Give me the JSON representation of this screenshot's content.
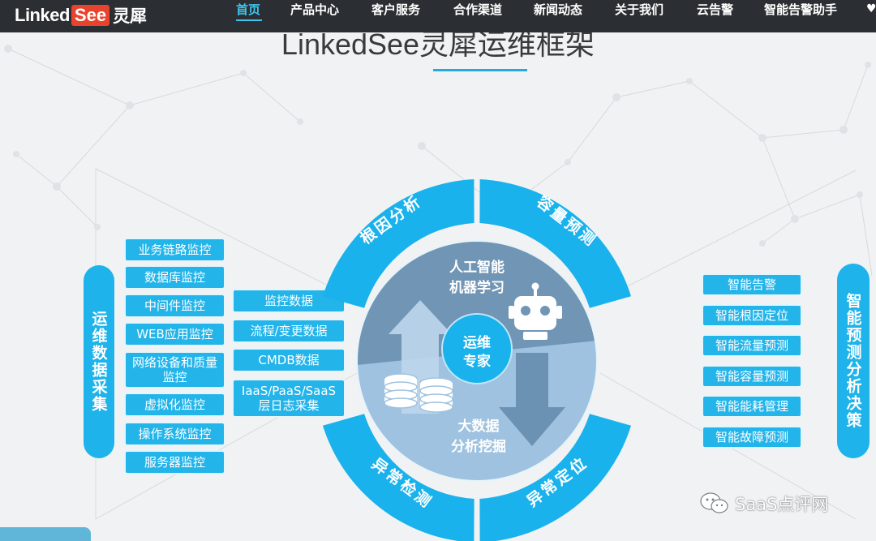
{
  "nav": {
    "logo": {
      "part1": "Linked",
      "part2": "See",
      "part3": "灵犀"
    },
    "items": [
      "首页",
      "产品中心",
      "客户服务",
      "合作渠道",
      "新闻动态",
      "关于我们",
      "云告警",
      "智能告警助手"
    ],
    "active_index": 0
  },
  "page": {
    "title": "LinkedSee灵犀运维框架"
  },
  "left_bar": {
    "label": "运维数据采集"
  },
  "right_bar": {
    "label": "智能预测分析决策"
  },
  "left_col1": [
    "业务链路监控",
    "数据库监控",
    "中间件监控",
    "WEB应用监控",
    "网络设备和质量监控",
    "虚拟化监控",
    "操作系统监控",
    "服务器监控"
  ],
  "left_col2": [
    "监控数据",
    "流程/变更数据",
    "CMDB数据",
    "IaaS/PaaS/SaaS层日志采集"
  ],
  "right_col": [
    "智能告警",
    "智能根因定位",
    "智能流量预测",
    "智能容量预测",
    "智能能耗管理",
    "智能故障预测"
  ],
  "ring": {
    "top_left": "根因分析",
    "top_right": "容量预测",
    "bottom_left": "异常检测",
    "bottom_right": "异常定位"
  },
  "core": {
    "ai_line1": "人工智能",
    "ai_line2": "机器学习",
    "center_line1": "运维",
    "center_line2": "专家",
    "data_line1": "大数据",
    "data_line2": "分析挖掘"
  },
  "icons": [
    "robot-icon",
    "database-icon",
    "arrow-up-icon",
    "arrow-down-icon",
    "wechat-icon"
  ],
  "colors": {
    "accent": "#23b4ea",
    "nav_bg": "#2b2f33",
    "ring": "#1ab2ec",
    "core_dark": "#7195b4",
    "core_light": "#9ec2df"
  },
  "watermark": "SaaS点评网"
}
